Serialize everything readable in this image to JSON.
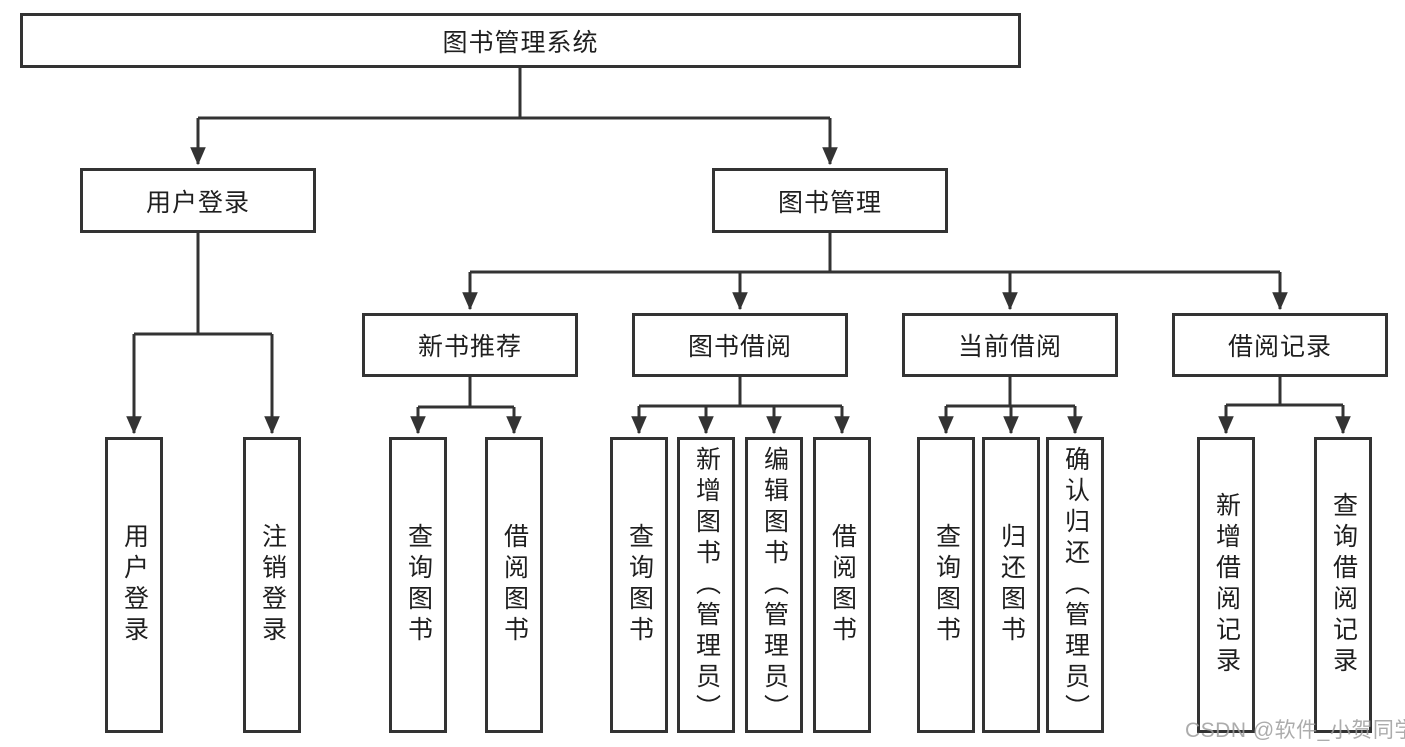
{
  "colors": {
    "line": "#333333",
    "box_border": "#333333",
    "text": "#1f1f1f",
    "background": "#ffffff",
    "watermark": "#9e9e9e"
  },
  "watermark": "CSDN @软件_小贺同学",
  "tree": {
    "root": "图书管理系统",
    "branches": [
      {
        "label": "用户登录",
        "children": [
          "用户登录",
          "注销登录"
        ]
      },
      {
        "label": "图书管理",
        "sections": [
          {
            "label": "新书推荐",
            "children": [
              "查询图书",
              "借阅图书"
            ]
          },
          {
            "label": "图书借阅",
            "children": [
              "查询图书",
              "新增图书（管理员）",
              "编辑图书（管理员）",
              "借阅图书"
            ]
          },
          {
            "label": "当前借阅",
            "children": [
              "查询图书",
              "归还图书",
              "确认归还（管理员）"
            ]
          },
          {
            "label": "借阅记录",
            "children": [
              "新增借阅记录",
              "查询借阅记录"
            ]
          }
        ]
      }
    ]
  }
}
